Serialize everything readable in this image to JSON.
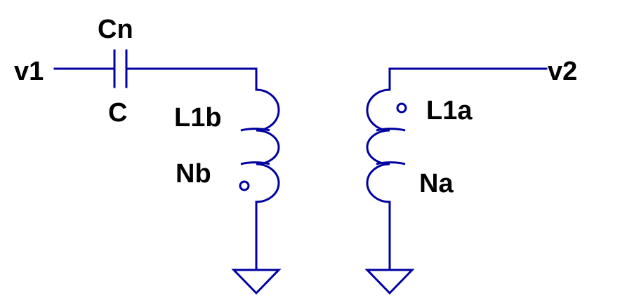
{
  "labels": {
    "net_left": "v1",
    "net_right": "v2",
    "cap_name": "Cn",
    "cap_value": "C",
    "left_inductor_name": "L1b",
    "left_inductor_value": "Nb",
    "right_inductor_name": "L1a",
    "right_inductor_value": "Na"
  },
  "colors": {
    "wire": "#0000a0",
    "text": "#000000",
    "background": "#ffffff"
  }
}
